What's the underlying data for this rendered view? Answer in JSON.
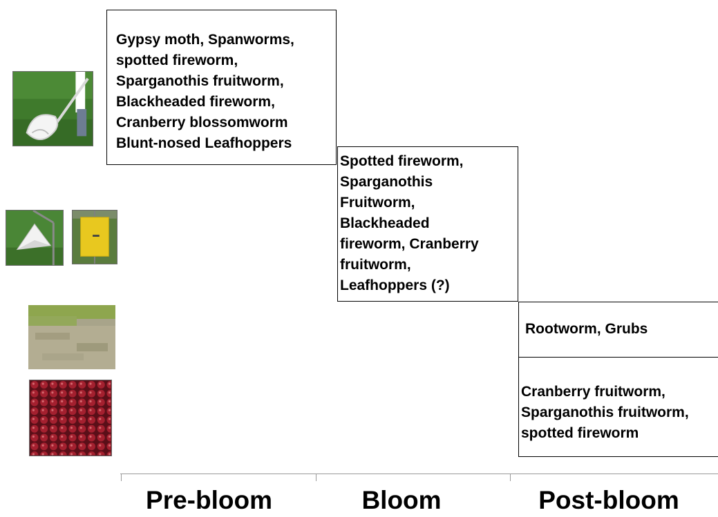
{
  "boxes": {
    "prebloom": [
      "Gypsy moth, Spanworms,",
      "spotted fireworm,",
      "Sparganothis fruitworm,",
      "Blackheaded fireworm,",
      "Cranberry blossomworm",
      "Blunt-nosed Leafhoppers"
    ],
    "bloom": [
      "Spotted fireworm,",
      "Sparganothis",
      "Fruitworm,",
      "Blackheaded",
      "fireworm, Cranberry",
      "fruitworm,",
      "Leafhoppers (?)"
    ],
    "postbloom_root": [
      "Rootworm, Grubs"
    ],
    "postbloom_fruit": [
      "Cranberry fruitworm,",
      "Sparganothis fruitworm,",
      "spotted fireworm"
    ]
  },
  "stages": {
    "pre": "Pre-bloom",
    "bloom": "Bloom",
    "post": "Post-bloom"
  },
  "colors": {
    "grass": "#3f7a2c",
    "net": "#f2f2f2",
    "yellow_trap": "#e8c81f",
    "berry": "#9b1b2a"
  }
}
